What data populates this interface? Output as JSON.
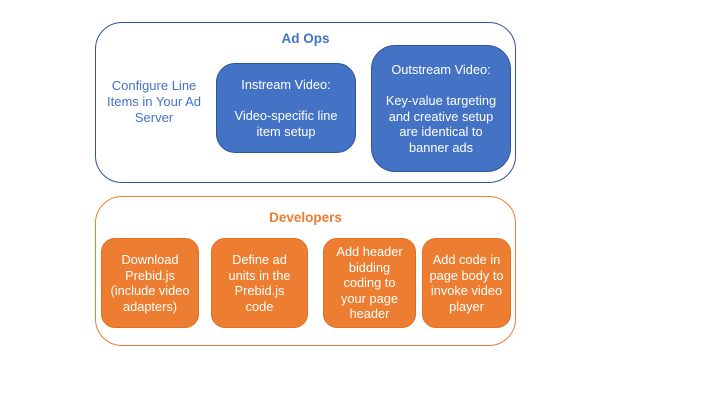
{
  "ad_ops": {
    "title": "Ad Ops",
    "side_note": "Configure Line\nItems in Your Ad\nServer",
    "boxes": [
      {
        "name": "instream-video",
        "text": "Instream Video:\n\nVideo-specific line\nitem setup"
      },
      {
        "name": "outstream-video",
        "text": "Outstream Video:\n\nKey-value targeting\nand creative setup\nare identical to\nbanner ads"
      }
    ]
  },
  "developers": {
    "title": "Developers",
    "boxes": [
      {
        "name": "download-prebid",
        "text": "Download\nPrebid.js\n(include video\nadapters)"
      },
      {
        "name": "define-ad-units",
        "text": "Define ad\nunits in the\nPrebid.js\ncode"
      },
      {
        "name": "add-header-bidding",
        "text": "Add header\nbidding\ncoding to\nyour page\nheader"
      },
      {
        "name": "add-page-body-code",
        "text": "Add code in\npage body to\ninvoke video\nplayer"
      }
    ]
  },
  "colors": {
    "blue_fill": "#4472C4",
    "blue_border": "#2F5597",
    "blue_text": "#4472C4",
    "orange_fill": "#ED7D31",
    "orange_text": "#ED7D31",
    "box_text": "#FFFFFF",
    "background": "#FFFFFF"
  }
}
